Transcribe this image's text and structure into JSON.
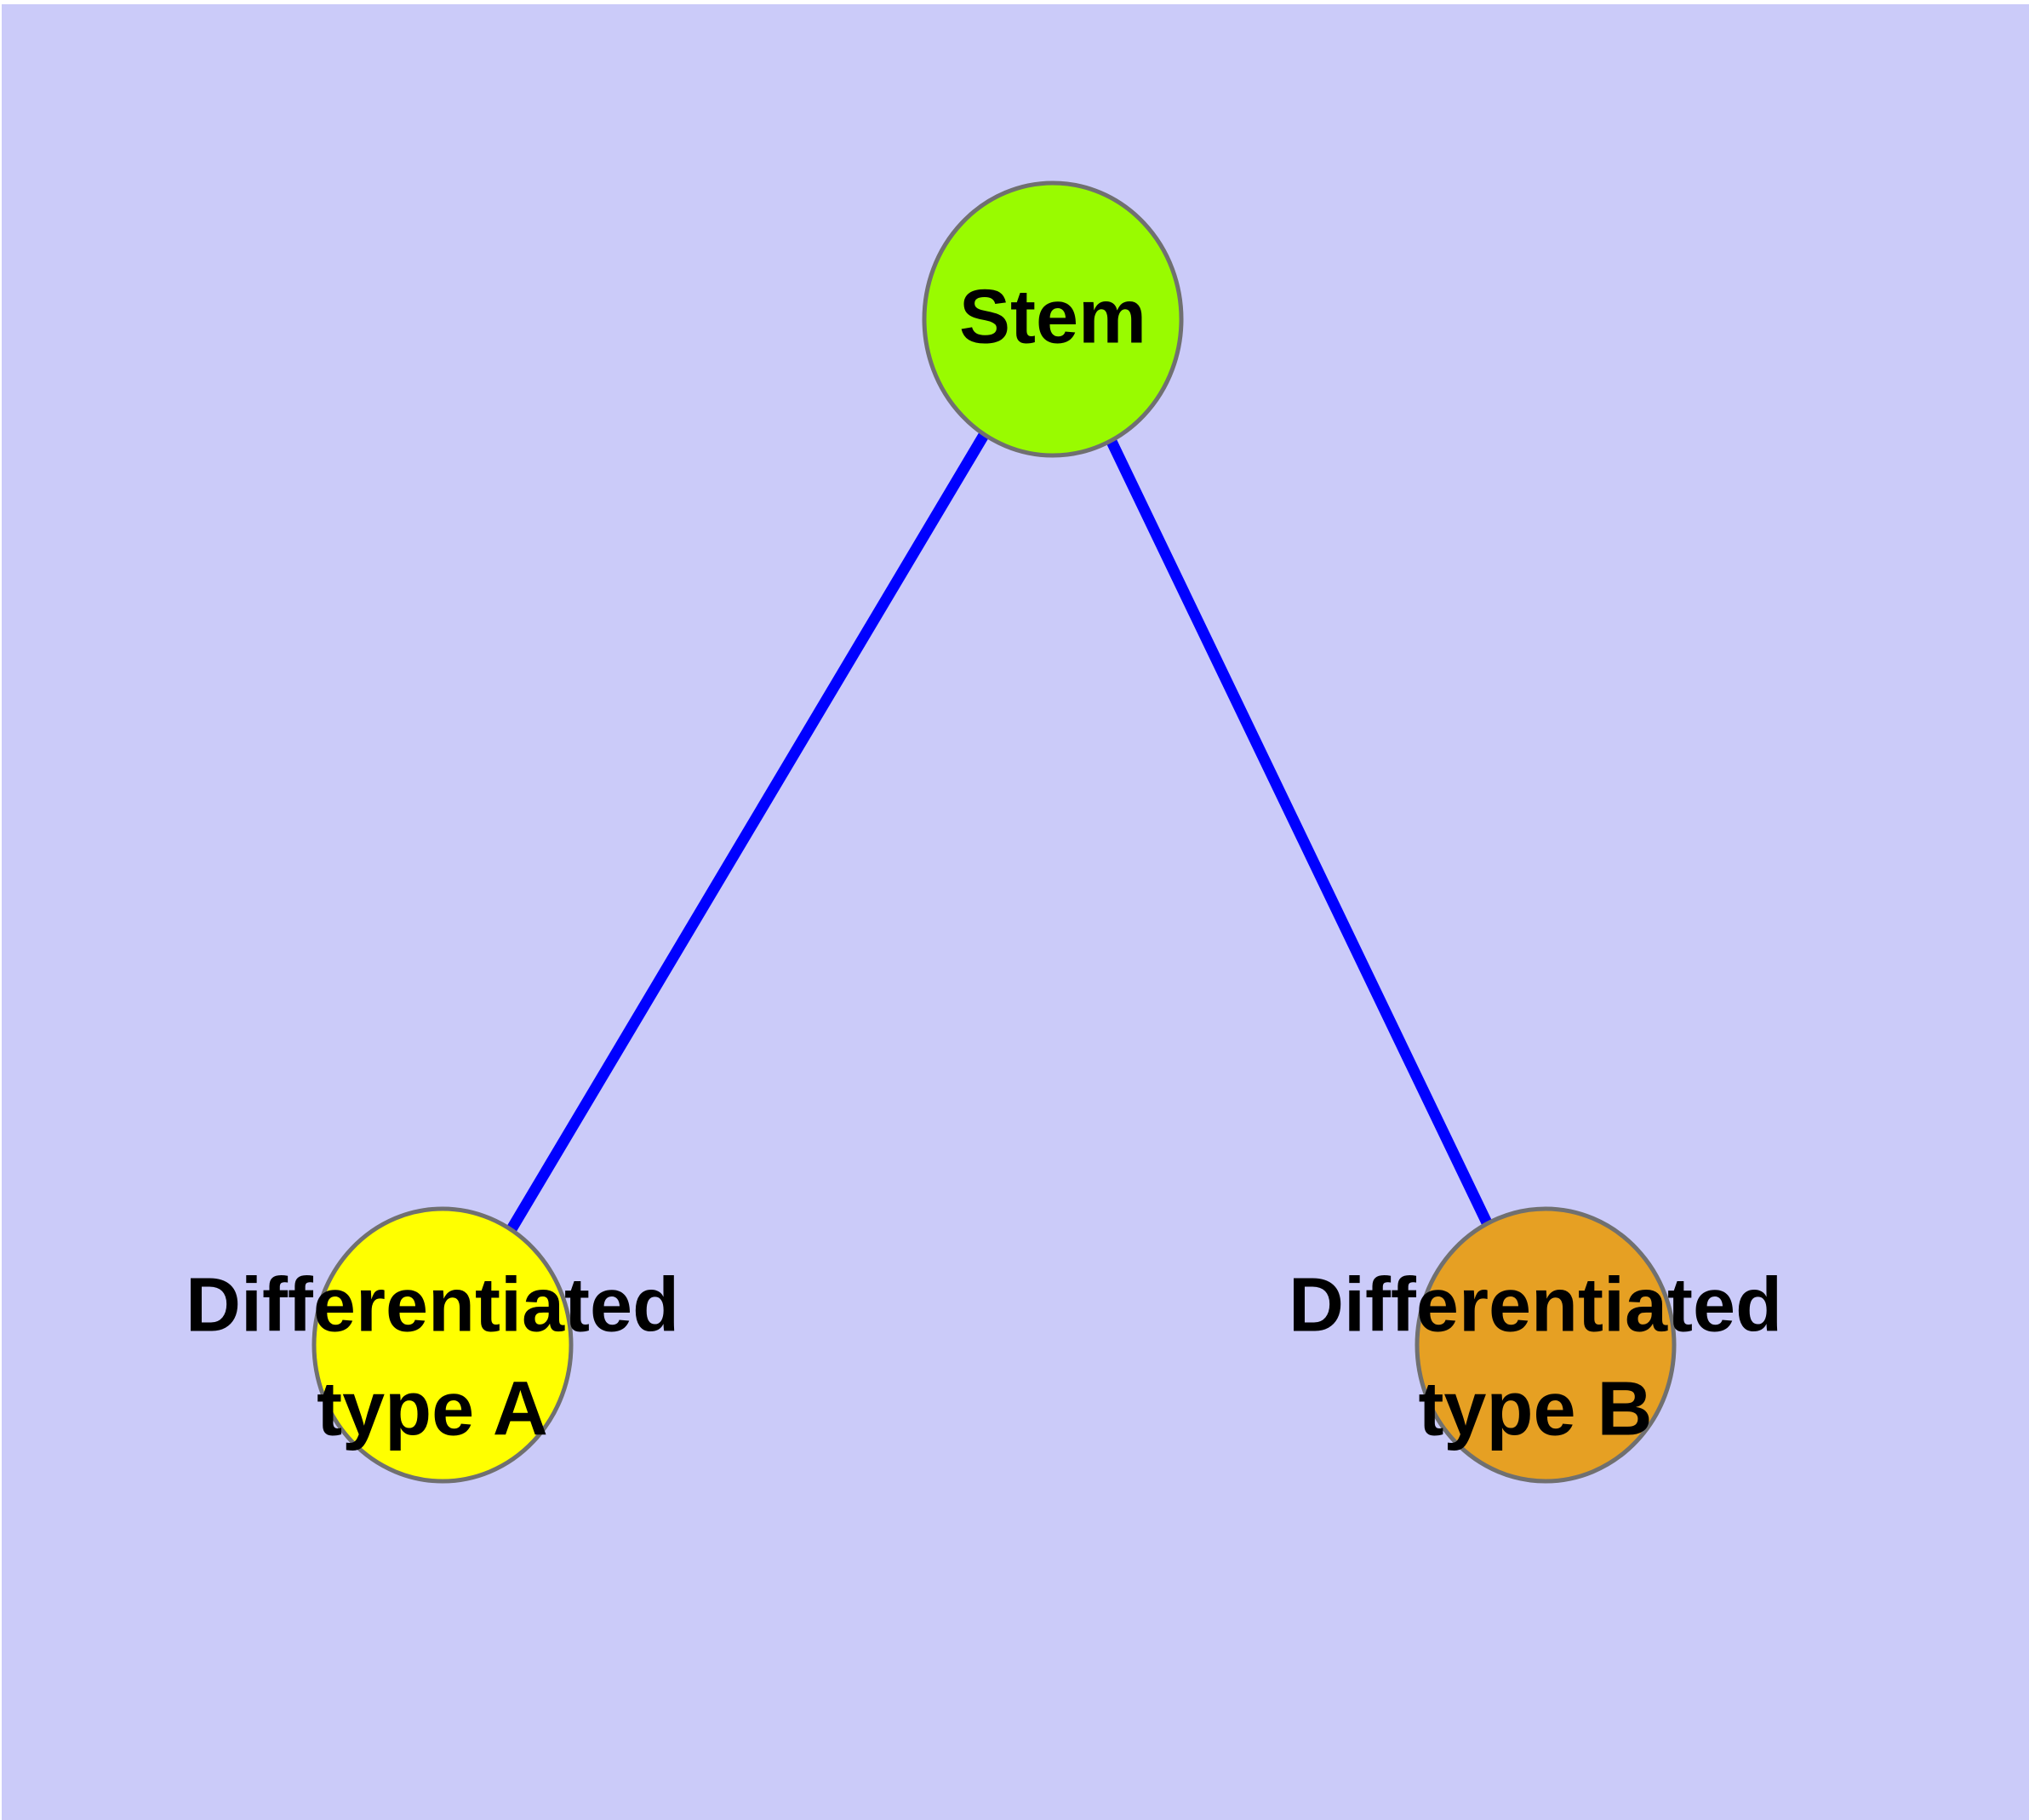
{
  "figure": {
    "type": "graph-diagram",
    "description": "Tree diagram of cell differentiation: a stem node with two differentiated child nodes connected by blue edges",
    "background_color": "#CBCBF9",
    "margin_color": "#FFFFFF",
    "edge_color": "#0000FF",
    "node_border_color": "#707070",
    "label_color": "#000000",
    "nodes": [
      {
        "id": "stem",
        "label": "Stem",
        "label_lines": [
          "Stem"
        ],
        "fill": "#99FB00"
      },
      {
        "id": "differentiated-type-a",
        "label": "Differentiated type A",
        "label_lines": [
          "Differentiated",
          "type A"
        ],
        "fill": "#FFFF00"
      },
      {
        "id": "differentiated-type-b",
        "label": "Differentiated type B",
        "label_lines": [
          "Differentiated",
          "type B"
        ],
        "fill": "#E6A023"
      }
    ],
    "edges": [
      {
        "from": "Stem",
        "to": "Differentiated type A"
      },
      {
        "from": "Stem",
        "to": "Differentiated type B"
      }
    ]
  }
}
